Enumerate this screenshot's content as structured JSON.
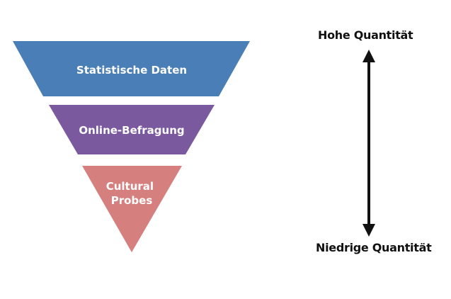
{
  "funnel": {
    "levels": [
      {
        "label_lines": [
          "Statistische Daten"
        ],
        "color": "#4a7eb6"
      },
      {
        "label_lines": [
          "Online-Befragung"
        ],
        "color": "#7b599f"
      },
      {
        "label_lines": [
          "Cultural",
          "Probes"
        ],
        "color": "#d5807e"
      }
    ]
  },
  "scale": {
    "top_label": "Hohe Quantität",
    "bottom_label": "Niedrige Quantität",
    "arrow_color": "#111111"
  }
}
